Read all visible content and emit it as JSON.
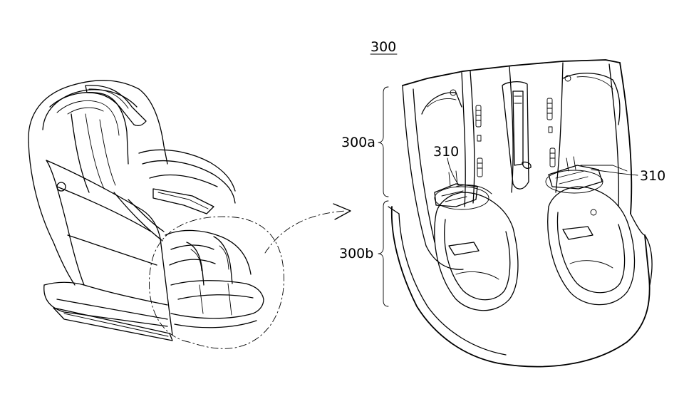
{
  "labels": {
    "assembly": "300",
    "upper": "300a",
    "lower": "300b",
    "part_left": "310",
    "part_right": "310"
  }
}
